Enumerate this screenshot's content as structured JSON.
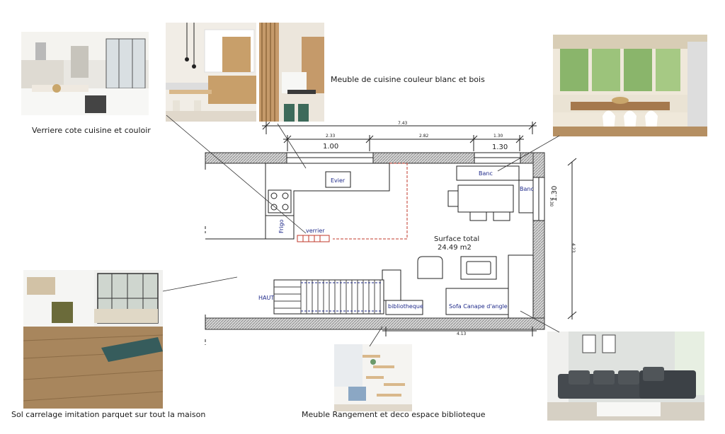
{
  "captions": {
    "verriere": "Verriere  cote cuisine et couloir",
    "meuble_cuisine": "Meuble de cuisine couleur blanc et bois",
    "sol": "Sol  carrelage imitation parquet sur tout la maison",
    "meuble_rangement": "Meuble Rangement et deco  espace biblioteque"
  },
  "plan": {
    "dim_total_width": "7.43",
    "dim_seg_1": "2.33",
    "dim_seg_2": "2.82",
    "dim_seg_3": "1.30",
    "window_1": "1.00",
    "window_2": "1.30",
    "window_right": "1.30",
    "window_right_small": "1.30",
    "dim_height": "4.23",
    "dim_bottom": "4.13",
    "evier": "Evier",
    "banc_top": "Banc",
    "banc_side": "Banc",
    "frigo": "Frigo",
    "verrier": "verrier",
    "surface_title": "Surface total",
    "surface_value": "24.49 m2",
    "haut": "HAUT",
    "bibliotheque": "bibliotheque",
    "sofa": "Sofa Canape d'angle"
  },
  "colors": {
    "wall_hatch": "#8c8c8c",
    "label_blue": "#1f2a8a",
    "glass_red": "#c0392b",
    "line": "#222222"
  }
}
